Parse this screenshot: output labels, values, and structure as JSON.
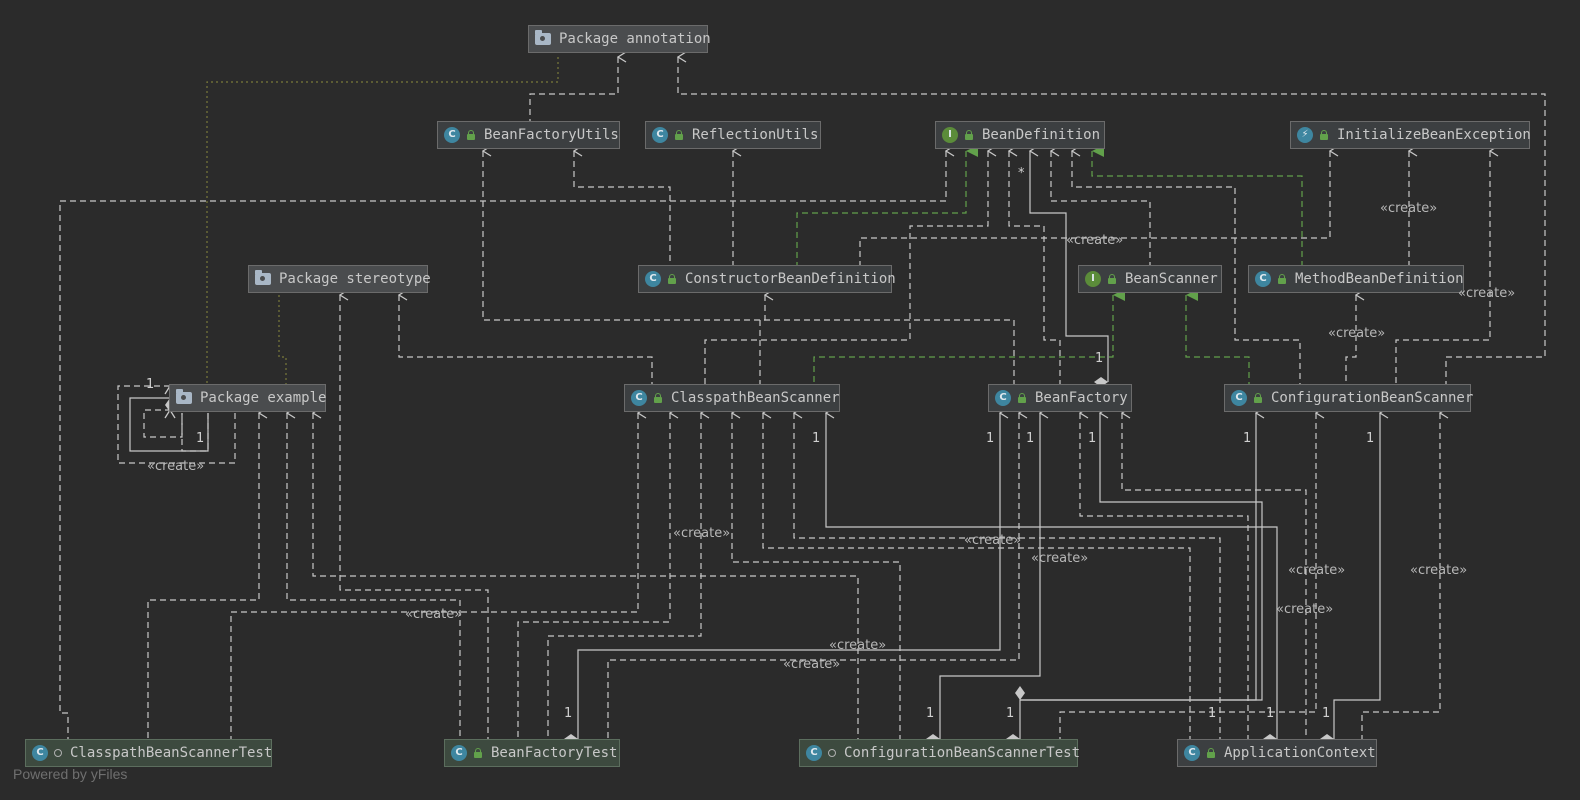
{
  "nodes": {
    "pkg_annotation": "Package annotation",
    "bean_factory_utils": "BeanFactoryUtils",
    "reflection_utils": "ReflectionUtils",
    "bean_definition": "BeanDefinition",
    "initialize_bean_exception": "InitializeBeanException",
    "pkg_stereotype": "Package stereotype",
    "constructor_bean_definition": "ConstructorBeanDefinition",
    "bean_scanner": "BeanScanner",
    "method_bean_definition": "MethodBeanDefinition",
    "pkg_example": "Package example",
    "classpath_bean_scanner": "ClasspathBeanScanner",
    "bean_factory": "BeanFactory",
    "configuration_bean_scanner": "ConfigurationBeanScanner",
    "classpath_bean_scanner_test": "ClasspathBeanScannerTest",
    "bean_factory_test": "BeanFactoryTest",
    "configuration_bean_scanner_test": "ConfigurationBeanScannerTest",
    "application_context": "ApplicationContext"
  },
  "stereotypes": {
    "create": "«create»"
  },
  "multiplicities": {
    "one": "1",
    "many": "*"
  },
  "watermark": "Powered by yFiles",
  "colors": {
    "background": "#2b2b2b",
    "dependency_edge": "#c8c8c8",
    "realization_edge": "#62a14b",
    "package_link": "#7a7a3a"
  },
  "icons": {
    "class": "class-icon",
    "interface": "interface-icon",
    "exception": "exception-icon",
    "package": "folder-icon",
    "test": "test-class-icon"
  }
}
